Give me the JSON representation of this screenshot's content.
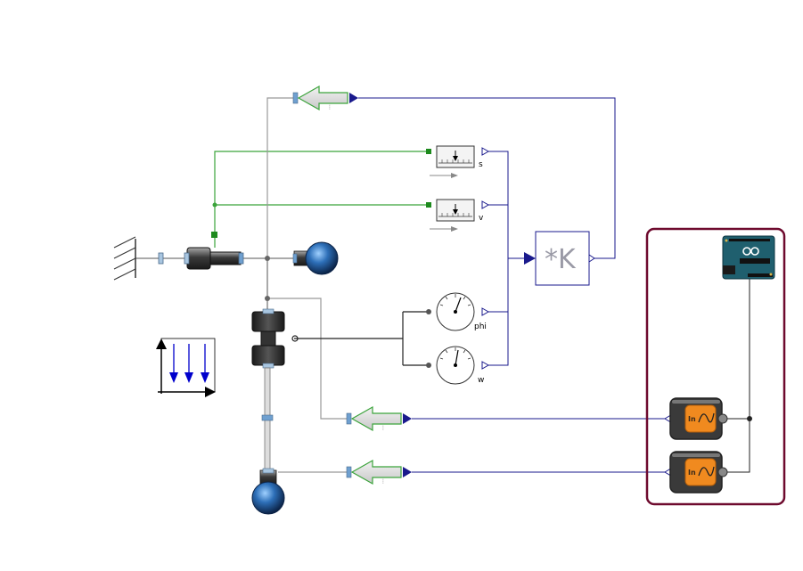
{
  "diagram": {
    "sensors": {
      "position_label": "s",
      "velocity_label": "v",
      "angle_label": "phi",
      "angular_velocity_label": "w"
    },
    "gain": {
      "label": "*K"
    },
    "arduino_inputs": {
      "input1_label": "In",
      "input2_label": "In"
    }
  },
  "colors": {
    "signal_line": "#1a1a8c",
    "translational_line": "#3ba33b",
    "rotational_line": "#8c8c8c",
    "mechanical_line": "#000000",
    "arduino_frame": "#6e0a2e",
    "gravity_arrow": "#0000cc"
  }
}
